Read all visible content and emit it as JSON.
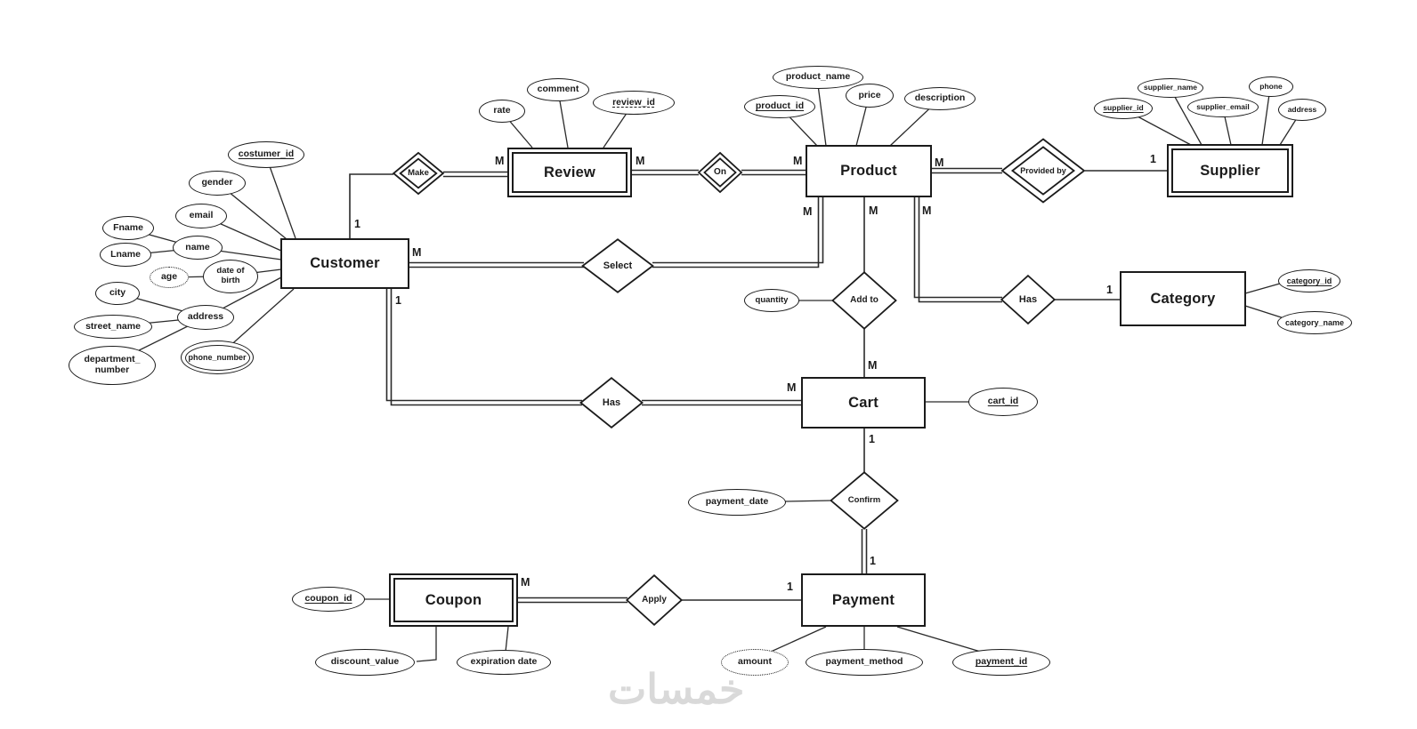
{
  "watermark": "خمسات",
  "entities": {
    "customer": "Customer",
    "review": "Review",
    "product": "Product",
    "supplier": "Supplier",
    "category": "Category",
    "cart": "Cart",
    "payment": "Payment",
    "coupon": "Coupon"
  },
  "relationships": {
    "make": "Make",
    "on": "On",
    "provided_by": "Provided by",
    "select": "Select",
    "add_to": "Add to",
    "has_category": "Has",
    "has_cart": "Has",
    "confirm": "Confirm",
    "apply": "Apply"
  },
  "attributes": {
    "customer": {
      "costumer_id": "costumer_id",
      "gender": "gender",
      "email": "email",
      "name": "name",
      "fname": "Fname",
      "lname": "Lname",
      "age": "age",
      "date_of_birth": "date of\nbirth",
      "city": "city",
      "address": "address",
      "street_name": "street_name",
      "department_number": "department_\nnumber",
      "phone_number": "phone_number"
    },
    "review": {
      "rate": "rate",
      "comment": "comment",
      "review_id": "review_id"
    },
    "product": {
      "product_name": "product_name",
      "product_id": "product_id",
      "price": "price",
      "description": "description"
    },
    "supplier": {
      "supplier_name": "supplier_name",
      "phone": "phone",
      "supplier_id": "supplier_id",
      "supplier_email": "supplier_email",
      "address": "address"
    },
    "category": {
      "category_id": "category_id",
      "category_name": "category_name"
    },
    "cart": {
      "cart_id": "cart_id"
    },
    "payment": {
      "amount": "amount",
      "payment_method": "payment_method",
      "payment_id": "payment_id"
    },
    "coupon": {
      "coupon_id": "coupon_id",
      "discount_value": "discount_value",
      "expiration_date": "expiration date"
    },
    "add_to": {
      "quantity": "quantity"
    },
    "confirm": {
      "payment_date": "payment_date"
    }
  },
  "cardinalities": {
    "customer_make": "1",
    "make_review": "M",
    "review_on": "M",
    "on_product": "M",
    "product_provided_by": "M",
    "provided_by_supplier": "1",
    "customer_select": "M",
    "select_product": "M",
    "product_add_to": "M",
    "add_to_cart": "M",
    "product_has": "M",
    "has_category": "1",
    "customer_has": "1",
    "has_cart": "M",
    "cart_confirm": "1",
    "confirm_payment": "1",
    "coupon_apply": "M",
    "apply_payment": "1"
  }
}
